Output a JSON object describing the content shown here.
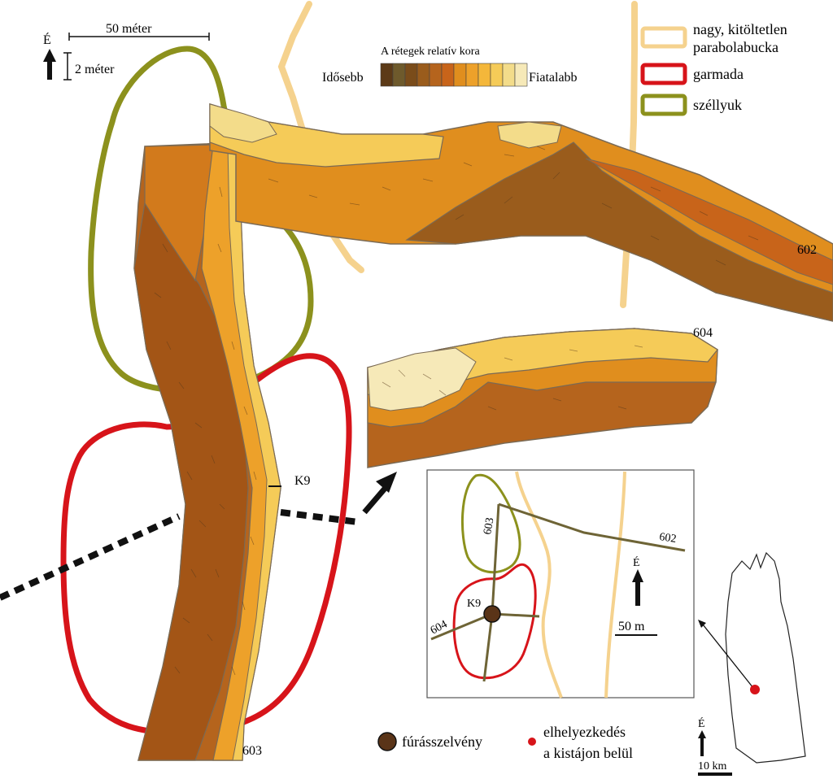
{
  "scale": {
    "north": "É",
    "horizontal": "50 méter",
    "vertical": "2 méter"
  },
  "age_legend": {
    "title": "A rétegek relatív kora",
    "older": "Idősebb",
    "younger": "Fiatalabb",
    "colors": [
      "#5c3a17",
      "#6e5a2c",
      "#7a4c1a",
      "#9a5c1c",
      "#b5641d",
      "#c8641a",
      "#e08e1e",
      "#eda12a",
      "#f4b73a",
      "#f5cb58",
      "#f3dc8a",
      "#f6e9b8"
    ]
  },
  "legend": {
    "items": [
      {
        "label": "nagy,  kitöltetlen",
        "label2": "parabolabucka",
        "color": "#f5d28e"
      },
      {
        "label": "garmada",
        "color": "#d7141a"
      },
      {
        "label": "széllyuk",
        "color": "#8c911d"
      }
    ]
  },
  "profiles": {
    "p602": "602",
    "p603": "603",
    "p604": "604",
    "k9": "K9"
  },
  "inset_map": {
    "l602": "602",
    "l603": "603",
    "l604": "604",
    "k9": "K9",
    "north": "É",
    "scale": "50 m"
  },
  "locator": {
    "north": "É",
    "scale": "10 km"
  },
  "bottom_legend": {
    "borehole": "fúrásszelvény",
    "location_line1": "elhelyezkedés",
    "location_line2": "a kistájon belül"
  }
}
